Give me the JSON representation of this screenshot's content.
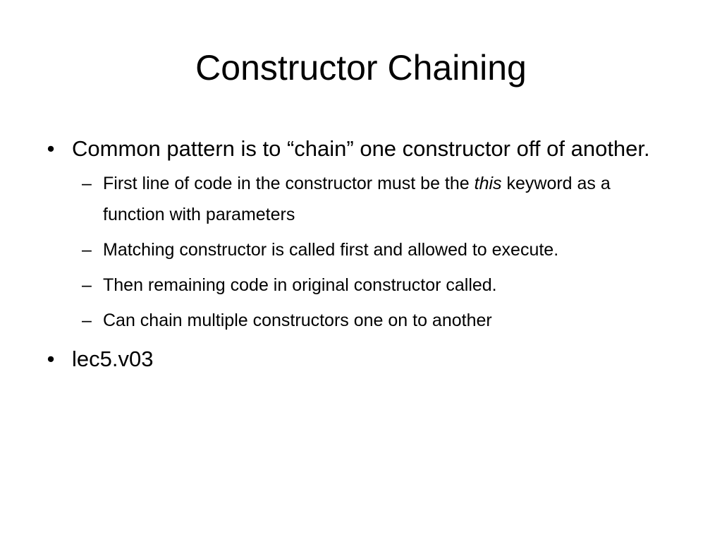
{
  "slide": {
    "title": "Constructor Chaining",
    "bullets": [
      {
        "marker": "•",
        "text": "Common pattern is to “chain” one constructor off of another."
      },
      {
        "marker": "•",
        "text": "lec5.v03"
      }
    ],
    "sub_bullets": [
      {
        "marker": "–",
        "text_before": "First line of code in the constructor must be the ",
        "emphasis": "this",
        "text_after": " keyword as a function with parameters"
      },
      {
        "marker": "–",
        "text": "Matching constructor is called first and allowed to execute."
      },
      {
        "marker": "–",
        "text": "Then remaining code in original constructor called."
      },
      {
        "marker": "–",
        "text": "Can chain multiple constructors one on to another"
      }
    ]
  }
}
